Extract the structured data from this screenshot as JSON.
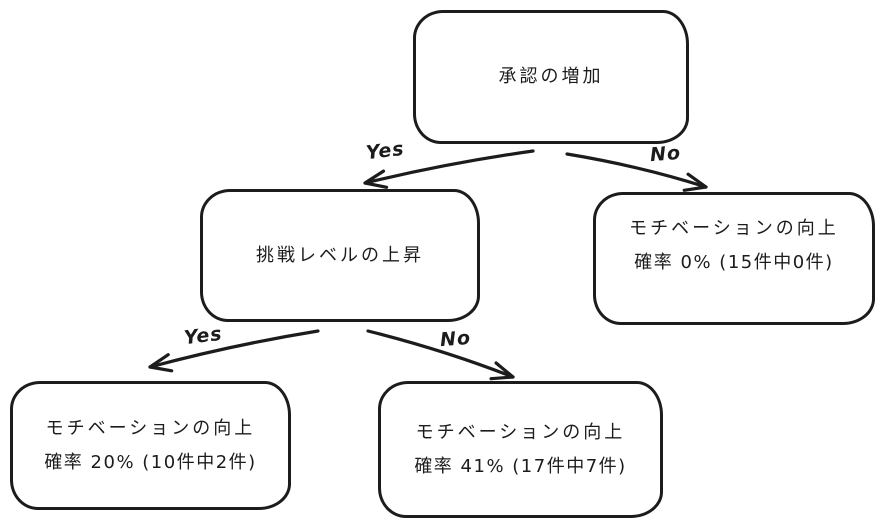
{
  "colors": {
    "ink": "#1c1c1c",
    "background": "#ffffff"
  },
  "nodes": {
    "root": {
      "label": "承認の増加"
    },
    "challenge": {
      "label": "挑戦レベルの上昇"
    },
    "leaf_no": {
      "line1": "モチベーションの向上",
      "line2": "確率 0% (15件中0件)"
    },
    "leaf_yes_yes": {
      "line1": "モチベーションの向上",
      "line2": "確率 20% (10件中2件)"
    },
    "leaf_yes_no": {
      "line1": "モチベーションの向上",
      "line2": "確率 41% (17件中7件)"
    }
  },
  "edges": {
    "root_yes": {
      "label": "Yes"
    },
    "root_no": {
      "label": "No"
    },
    "challenge_yes": {
      "label": "Yes"
    },
    "challenge_no": {
      "label": "No"
    }
  }
}
